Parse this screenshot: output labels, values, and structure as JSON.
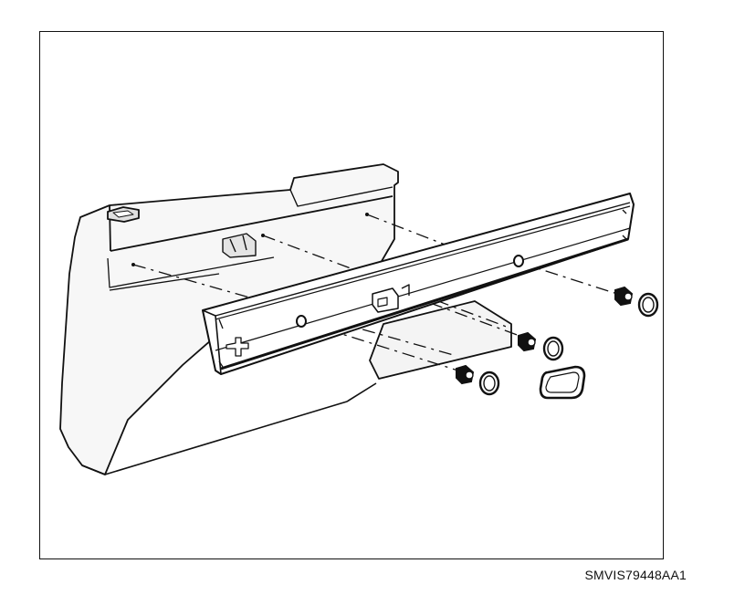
{
  "figure": {
    "code": "SMVIS79448AA1",
    "parts": [
      "seat-back-panel",
      "trim-rail",
      "bolt",
      "washer",
      "gasket"
    ]
  }
}
